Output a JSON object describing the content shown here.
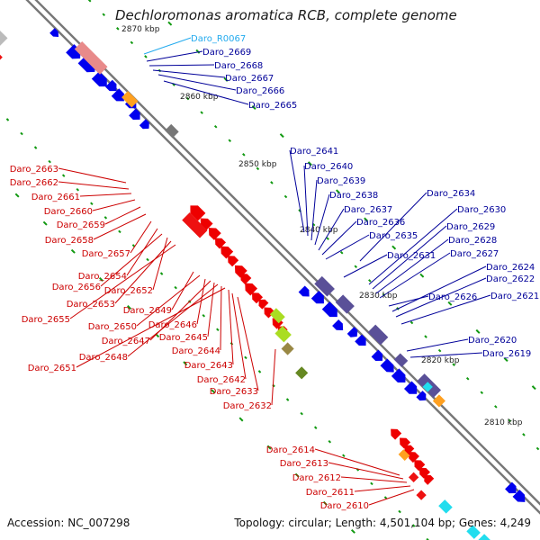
{
  "title": "Dechloromonas aromatica RCB, complete genome",
  "footer": {
    "accession": "Accession: NC_007298",
    "summary": "Topology: circular; Length: 4,501,104 bp; Genes: 4,249"
  },
  "kbp_labels": [
    "2870 kbp",
    "2860 kbp",
    "2850 kbp",
    "2840 kbp",
    "2830 kbp",
    "2820 kbp",
    "2810 kbp"
  ],
  "colors": {
    "forward": "#0000ee",
    "reverse": "#ee0000",
    "rna": "#00bbee",
    "other": "#777777",
    "backbone": "#777777",
    "tick": "#119911",
    "label_fwd": "#000099",
    "label_rev": "#cc0000",
    "label_rna": "#22aaee"
  },
  "labels_right": [
    "Daro_R0067",
    "Daro_2669",
    "Daro_2668",
    "Daro_2667",
    "Daro_2666",
    "Daro_2665",
    "Daro_2641",
    "Daro_2640",
    "Daro_2639",
    "Daro_2638",
    "Daro_2637",
    "Daro_2636",
    "Daro_2635",
    "Daro_2634",
    "Daro_2631",
    "Daro_2630",
    "Daro_2629",
    "Daro_2628",
    "Daro_2627",
    "Daro_2626",
    "Daro_2624",
    "Daro_2622",
    "Daro_2621",
    "Daro_2620",
    "Daro_2619"
  ],
  "labels_left": [
    "Daro_2663",
    "Daro_2662",
    "Daro_2661",
    "Daro_2660",
    "Daro_2659",
    "Daro_2658",
    "Daro_2657",
    "Daro_2654",
    "Daro_2656",
    "Daro_2652",
    "Daro_2653",
    "Daro_2655",
    "Daro_2649",
    "Daro_2650",
    "Daro_2646",
    "Daro_2647",
    "Daro_2645",
    "Daro_2648",
    "Daro_2644",
    "Daro_2651",
    "Daro_2643",
    "Daro_2642",
    "Daro_2633",
    "Daro_2632",
    "Daro_2614",
    "Daro_2613",
    "Daro_2612",
    "Daro_2611",
    "Daro_2610"
  ]
}
